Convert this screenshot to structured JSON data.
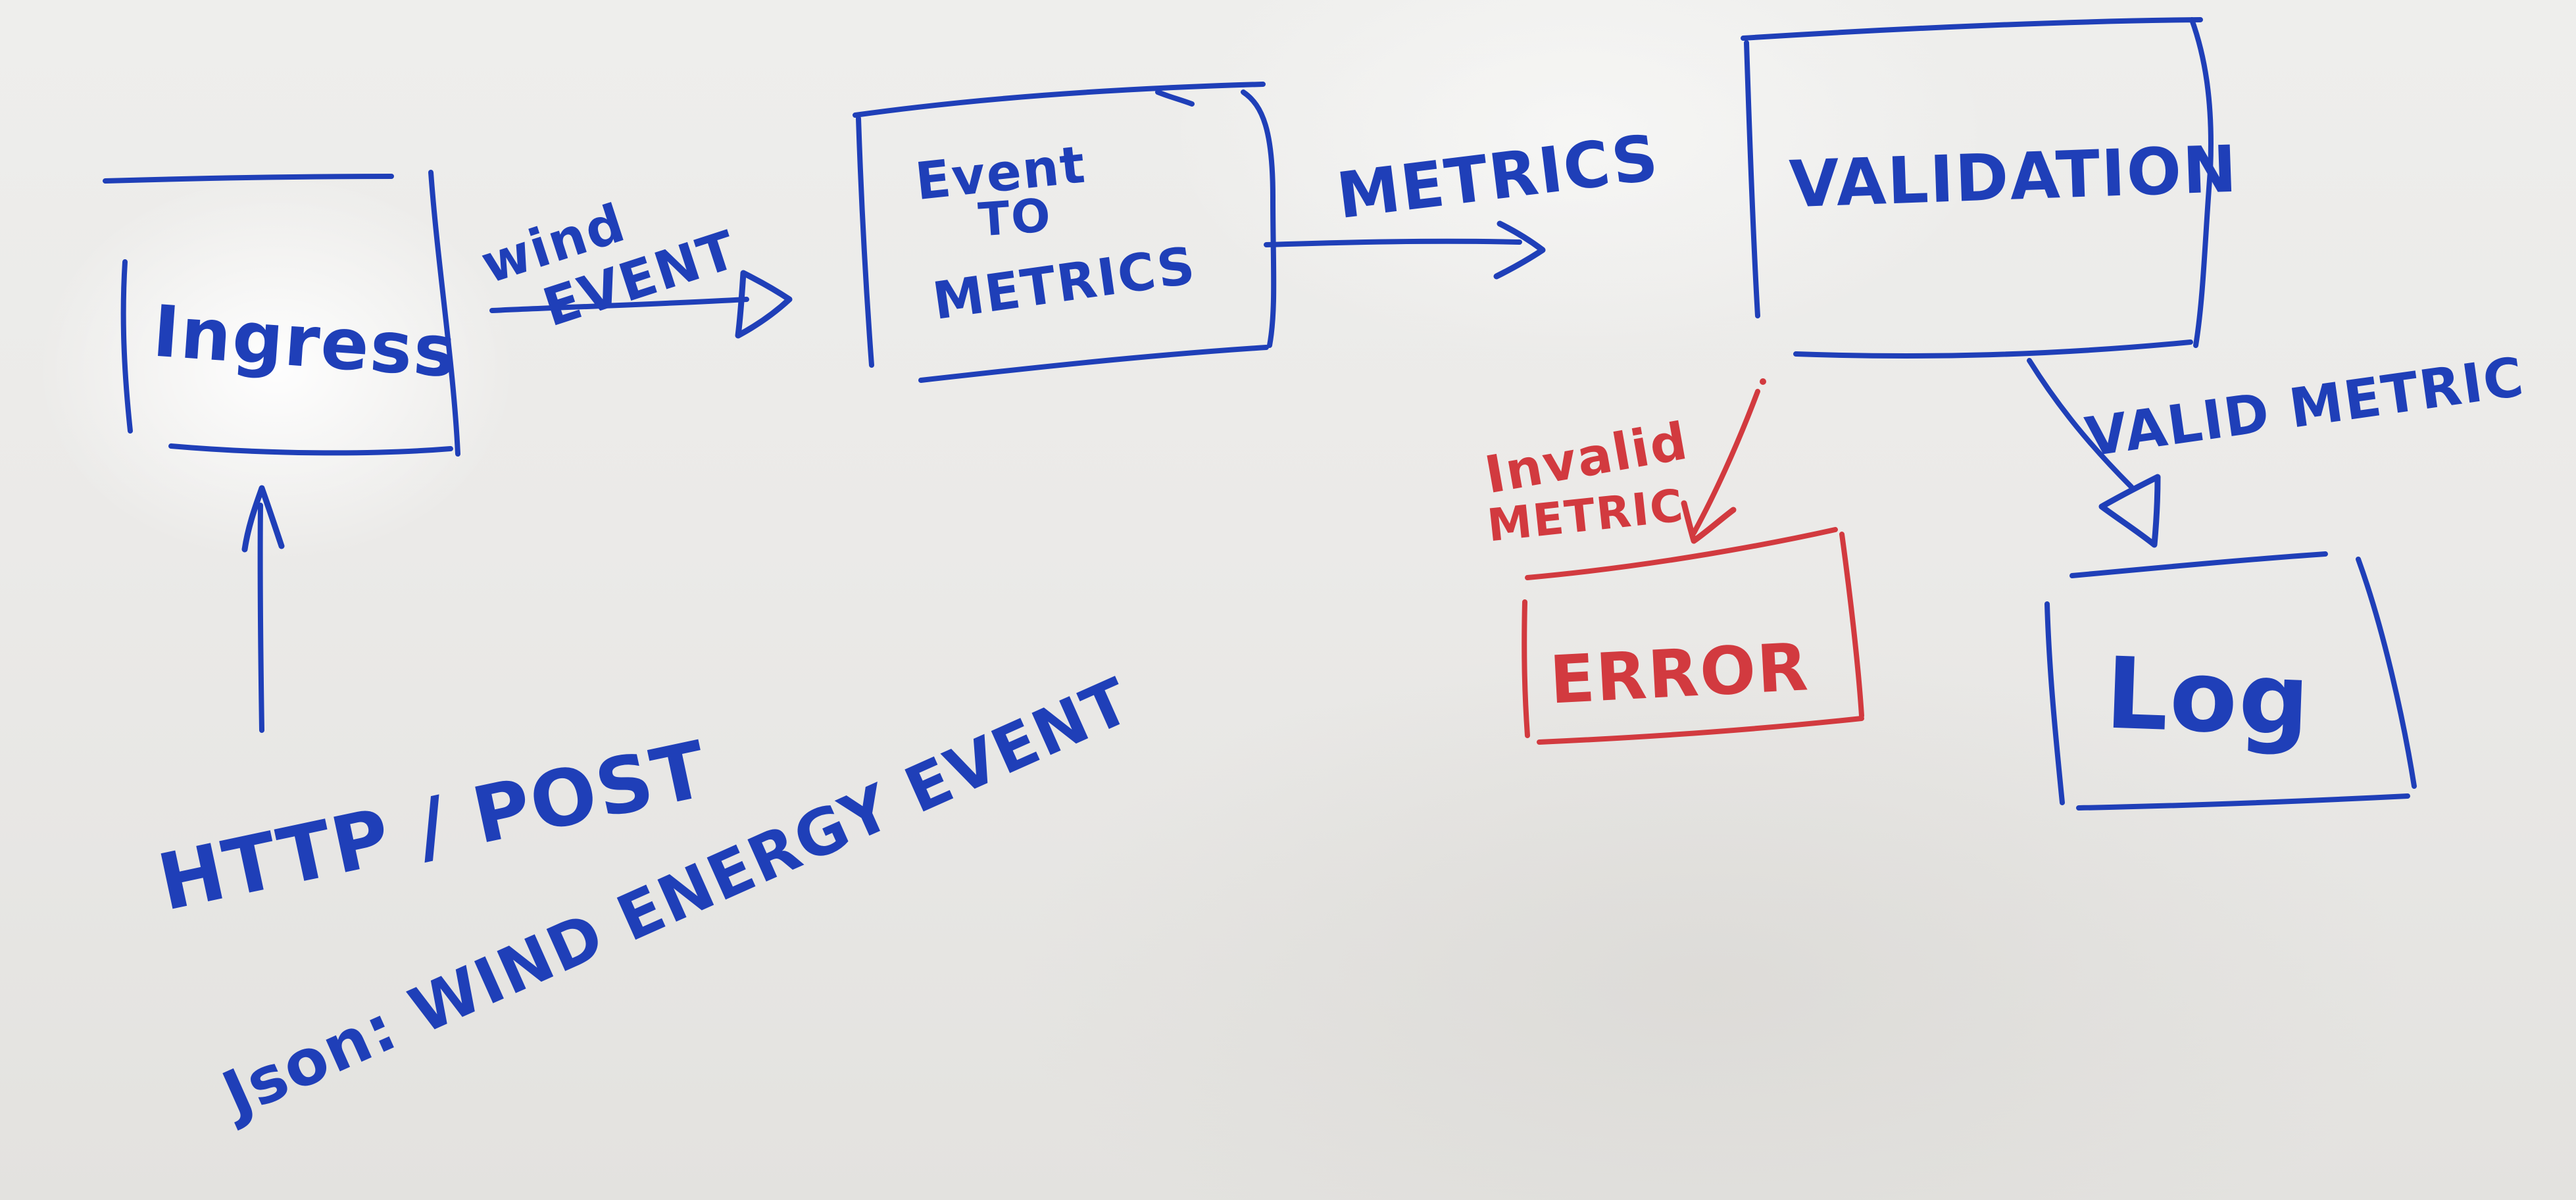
{
  "nodes": {
    "ingress": "Ingress",
    "event_to_metrics_line1": "Event",
    "event_to_metrics_line2": "TO",
    "event_to_metrics_line3": "METRICS",
    "validation": "VALIDATION",
    "error": "ERROR",
    "log": "Log"
  },
  "edges": {
    "wind_event_line1": "wind",
    "wind_event_line2": "EVENT",
    "metrics": "METRICS",
    "valid_metric": "VALID METRIC",
    "invalid_metric_line1": "Invalid",
    "invalid_metric_line2": "METRIC"
  },
  "input": {
    "protocol": "HTTP / POST",
    "payload": "Json: WIND ENERGY EVENT"
  },
  "colors": {
    "blue_marker": "#1f3fb8",
    "red_marker": "#d23a3f",
    "board": "#ebeae8"
  }
}
